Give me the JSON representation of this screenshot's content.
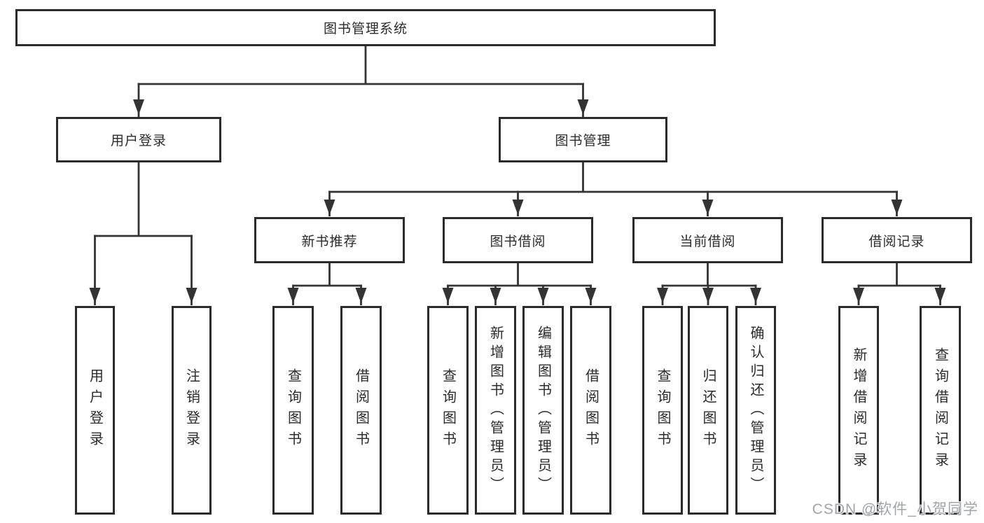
{
  "diagram": {
    "root": "图书管理系统",
    "user_login": {
      "label": "用户登录",
      "children": [
        "用户登录",
        "注销登录"
      ]
    },
    "book_mgmt": {
      "label": "图书管理",
      "modules": {
        "new_book": {
          "label": "新书推荐",
          "children": [
            "查询图书",
            "借阅图书"
          ]
        },
        "book_borrow": {
          "label": "图书借阅",
          "children": [
            "查询图书",
            "新增图书（管理员）",
            "编辑图书（管理员）",
            "借阅图书"
          ]
        },
        "current_borrow": {
          "label": "当前借阅",
          "children": [
            "查询图书",
            "归还图书",
            "确认归还（管理员）"
          ]
        },
        "borrow_record": {
          "label": "借阅记录",
          "children": [
            "新增借阅记录",
            "查询借阅记录"
          ]
        }
      }
    }
  },
  "watermark": "CSDN @软件_小贺同学",
  "colors": {
    "line": "#333333",
    "border": "#2b2b2b",
    "text": "#2b2b2b",
    "background": "#ffffff",
    "watermark": "#a2a4aa"
  }
}
